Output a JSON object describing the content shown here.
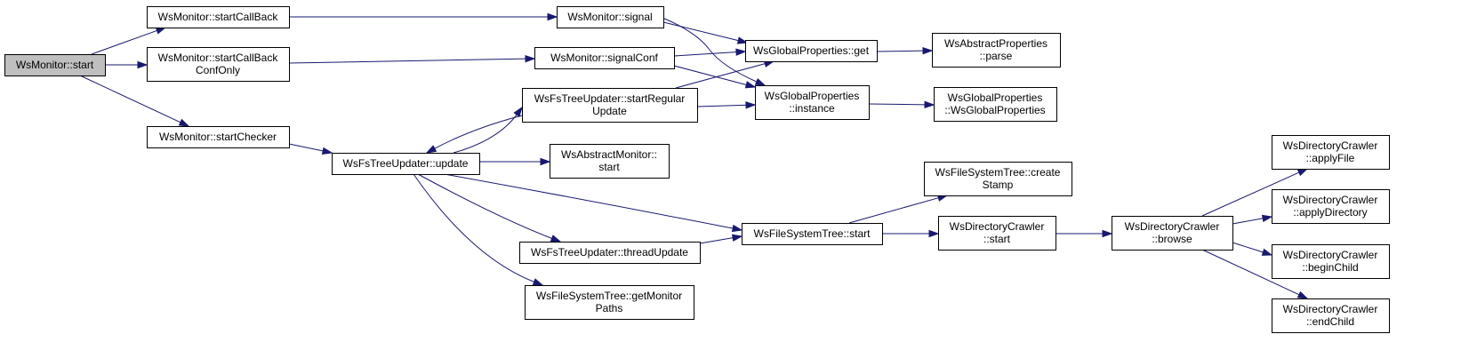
{
  "graph": {
    "edge_color": "#191970",
    "root_fill": "#bfbfbf",
    "nodes": [
      {
        "id": "n1",
        "lines": [
          "WsMonitor::start"
        ],
        "root": true
      },
      {
        "id": "n2",
        "lines": [
          "WsMonitor::startCallBack"
        ]
      },
      {
        "id": "n3",
        "lines": [
          "WsMonitor::startCallBack",
          "ConfOnly"
        ]
      },
      {
        "id": "n4",
        "lines": [
          "WsMonitor::startChecker"
        ]
      },
      {
        "id": "n5",
        "lines": [
          "WsMonitor::signal"
        ]
      },
      {
        "id": "n6",
        "lines": [
          "WsMonitor::signalConf"
        ]
      },
      {
        "id": "n7",
        "lines": [
          "WsGlobalProperties::get"
        ]
      },
      {
        "id": "n8",
        "lines": [
          "WsGlobalProperties",
          "::instance"
        ]
      },
      {
        "id": "n9",
        "lines": [
          "WsAbstractProperties",
          "::parse"
        ]
      },
      {
        "id": "n10",
        "lines": [
          "WsGlobalProperties",
          "::WsGlobalProperties"
        ]
      },
      {
        "id": "n11",
        "lines": [
          "WsFsTreeUpdater::update"
        ]
      },
      {
        "id": "n12",
        "lines": [
          "WsFsTreeUpdater::startRegular",
          "Update"
        ]
      },
      {
        "id": "n13",
        "lines": [
          "WsAbstractMonitor::",
          "start"
        ]
      },
      {
        "id": "n14",
        "lines": [
          "WsFsTreeUpdater::threadUpdate"
        ]
      },
      {
        "id": "n15",
        "lines": [
          "WsFileSystemTree::getMonitor",
          "Paths"
        ]
      },
      {
        "id": "n16",
        "lines": [
          "WsFileSystemTree::start"
        ]
      },
      {
        "id": "n17",
        "lines": [
          "WsFileSystemTree::create",
          "Stamp"
        ]
      },
      {
        "id": "n18",
        "lines": [
          "WsDirectoryCrawler",
          "::start"
        ]
      },
      {
        "id": "n19",
        "lines": [
          "WsDirectoryCrawler",
          "::browse"
        ]
      },
      {
        "id": "n20",
        "lines": [
          "WsDirectoryCrawler",
          "::applyFile"
        ]
      },
      {
        "id": "n21",
        "lines": [
          "WsDirectoryCrawler",
          "::applyDirectory"
        ]
      },
      {
        "id": "n22",
        "lines": [
          "WsDirectoryCrawler",
          "::beginChild"
        ]
      },
      {
        "id": "n23",
        "lines": [
          "WsDirectoryCrawler",
          "::endChild"
        ]
      }
    ],
    "edges": [
      {
        "from": "n1",
        "to": "n2"
      },
      {
        "from": "n1",
        "to": "n3"
      },
      {
        "from": "n1",
        "to": "n4"
      },
      {
        "from": "n2",
        "to": "n5"
      },
      {
        "from": "n3",
        "to": "n6"
      },
      {
        "from": "n4",
        "to": "n11"
      },
      {
        "from": "n5",
        "to": "n7"
      },
      {
        "from": "n5",
        "to": "n8"
      },
      {
        "from": "n6",
        "to": "n7"
      },
      {
        "from": "n6",
        "to": "n8"
      },
      {
        "from": "n7",
        "to": "n9"
      },
      {
        "from": "n8",
        "to": "n10"
      },
      {
        "from": "n12",
        "to": "n7"
      },
      {
        "from": "n12",
        "to": "n8"
      },
      {
        "from": "n12",
        "to": "n11"
      },
      {
        "from": "n11",
        "to": "n12"
      },
      {
        "from": "n11",
        "to": "n13"
      },
      {
        "from": "n11",
        "to": "n14"
      },
      {
        "from": "n11",
        "to": "n15"
      },
      {
        "from": "n11",
        "to": "n16"
      },
      {
        "from": "n14",
        "to": "n16"
      },
      {
        "from": "n16",
        "to": "n17"
      },
      {
        "from": "n16",
        "to": "n18"
      },
      {
        "from": "n18",
        "to": "n19"
      },
      {
        "from": "n19",
        "to": "n20"
      },
      {
        "from": "n19",
        "to": "n21"
      },
      {
        "from": "n19",
        "to": "n22"
      },
      {
        "from": "n19",
        "to": "n23"
      }
    ]
  }
}
